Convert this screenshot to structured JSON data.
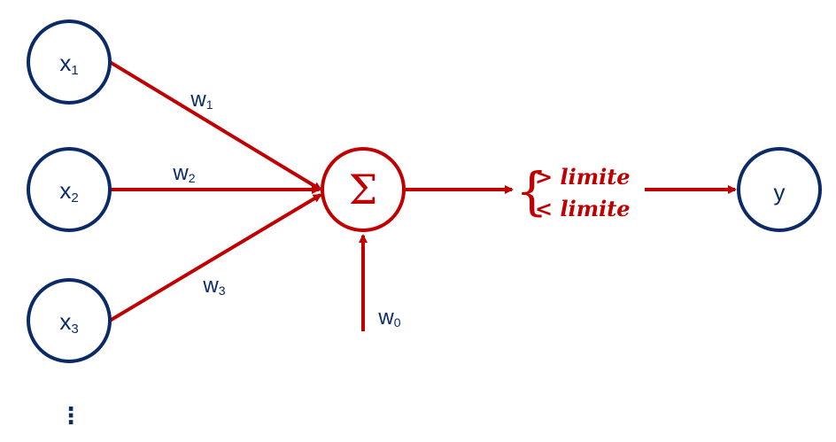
{
  "inputs": [
    {
      "base": "x",
      "sub": "1"
    },
    {
      "base": "x",
      "sub": "2"
    },
    {
      "base": "x",
      "sub": "3"
    }
  ],
  "weights": [
    {
      "base": "w",
      "sub": "1"
    },
    {
      "base": "w",
      "sub": "2"
    },
    {
      "base": "w",
      "sub": "3"
    }
  ],
  "bias": {
    "base": "w",
    "sub": "0"
  },
  "sum_symbol": "Σ",
  "conditions": {
    "upper": "> limite",
    "lower": "< limite"
  },
  "brace": "{",
  "output": "y",
  "ellipsis": "⋮",
  "colors": {
    "node_stroke": "#0b2a66",
    "edge": "#c00000",
    "text": "#0b2a66"
  }
}
